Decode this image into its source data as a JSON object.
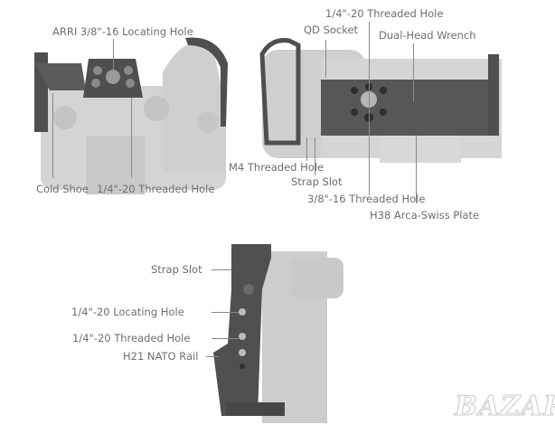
{
  "top_view": {
    "labels": {
      "arri_hole": "ARRI 3/8\"-16 Locating Hole",
      "cold_shoe": "Cold Shoe",
      "threaded_hole": "1/4\"-20 Threaded Hole"
    }
  },
  "bottom_view": {
    "labels": {
      "threaded_hole_quarter": "1/4\"-20 Threaded Hole",
      "qd_socket": "QD Socket",
      "wrench": "Dual-Head Wrench",
      "m4_hole": "M4 Threaded Hole",
      "strap_slot": "Strap Slot",
      "threaded_hole_three_eighths": "3/8\"-16 Threaded Hole",
      "arca_plate": "H38 Arca-Swiss Plate"
    }
  },
  "side_view": {
    "labels": {
      "strap_slot": "Strap Slot",
      "locating_hole": "1/4\"-20  Locating Hole",
      "threaded_hole": "1/4\"-20 Threaded Hole",
      "nato_rail": "H21 NATO Rail"
    }
  },
  "watermark": "BAZAR",
  "colors": {
    "cage": "#4f4f52",
    "camera": "#d3d3d3",
    "label": "#6e6e6e"
  }
}
